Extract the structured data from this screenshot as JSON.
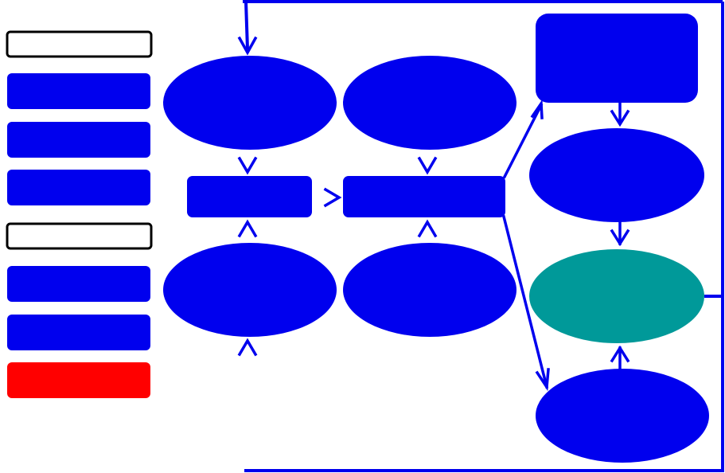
{
  "colors": {
    "primary": "#0000ee",
    "accent": "#009999",
    "alert": "#ff0000",
    "outline": "#000000",
    "background": "#ffffff"
  },
  "legend": [
    {
      "label": "",
      "style": "outline"
    },
    {
      "label": "",
      "style": "primary"
    },
    {
      "label": "",
      "style": "primary"
    },
    {
      "label": "",
      "style": "primary"
    },
    {
      "label": "",
      "style": "outline"
    },
    {
      "label": "",
      "style": "primary"
    },
    {
      "label": "",
      "style": "primary"
    },
    {
      "label": "",
      "style": "alert"
    }
  ],
  "nodes": [
    {
      "id": "ellipse-top-left",
      "label": ""
    },
    {
      "id": "ellipse-top-middle",
      "label": ""
    },
    {
      "id": "box-middle-left",
      "label": ""
    },
    {
      "id": "box-middle-center",
      "label": ""
    },
    {
      "id": "ellipse-bottom-left",
      "label": ""
    },
    {
      "id": "ellipse-bottom-middle",
      "label": ""
    },
    {
      "id": "box-top-right",
      "label": ""
    },
    {
      "id": "ellipse-right-upper",
      "label": ""
    },
    {
      "id": "ellipse-right-highlight",
      "label": ""
    },
    {
      "id": "ellipse-right-lower",
      "label": ""
    }
  ]
}
